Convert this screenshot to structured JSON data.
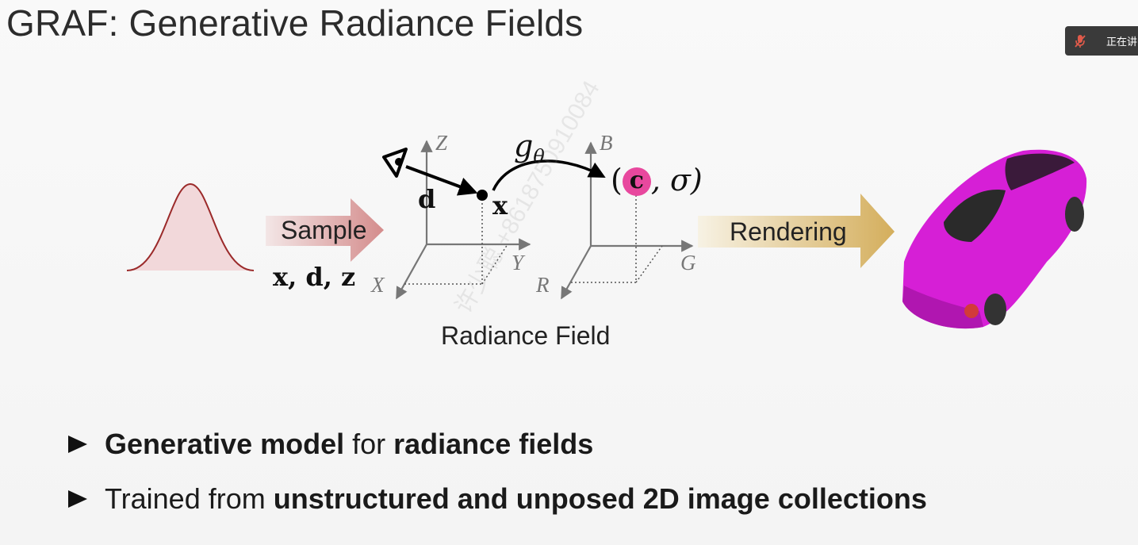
{
  "slide": {
    "title": "GRAF: Generative Radiance Fields",
    "colors": {
      "sample_arrow": "#d99a9a",
      "render_arrow": "#d6b66a",
      "car": "#d61fd6",
      "c_highlight": "#e8489e",
      "gaussian": "#9b2a2a"
    }
  },
  "meeting_badge": {
    "mic_icon": "mic-muted-icon",
    "text": "正在讲"
  },
  "diagram": {
    "sample_label": "Sample",
    "sample_vars": "x, d, z",
    "rendering_label": "Rendering",
    "radiance_field_label": "Radiance Field",
    "camera_icon": "eye-icon",
    "ray_dir_label": "d",
    "point_label": "x",
    "network_label": "g",
    "network_sub": "θ",
    "output_open": "(",
    "output_c": "c",
    "output_sigma": ", σ)",
    "axes_left": {
      "z": "Z",
      "y": "Y",
      "x": "X"
    },
    "axes_right": {
      "b": "B",
      "g": "G",
      "r": "R"
    },
    "watermark": "许少聪 +8618750910084"
  },
  "bullets": [
    {
      "parts": [
        {
          "text": "Generative model",
          "bold": true
        },
        {
          "text": " for ",
          "bold": false
        },
        {
          "text": "radiance fields",
          "bold": true
        }
      ]
    },
    {
      "parts": [
        {
          "text": "Trained from ",
          "bold": false
        },
        {
          "text": "unstructured and unposed 2D image collections",
          "bold": true
        }
      ]
    }
  ]
}
